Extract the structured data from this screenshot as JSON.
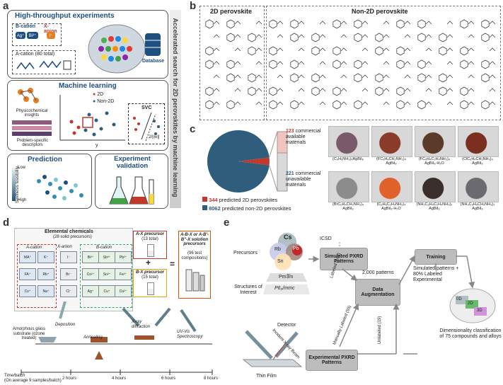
{
  "panels": {
    "a": {
      "letter": "a",
      "hte": {
        "title": "High-throughput experiments",
        "bcation_label": "B-cation",
        "bcation_ions": [
          "Ag⁺",
          "Bi³⁺"
        ],
        "xanion_label": "X-anion",
        "xanion_ions": [
          "I⁻"
        ],
        "acation_label": "A-cation (80 total)",
        "database_label": "Database"
      },
      "ml": {
        "title": "Machine learning",
        "physico": "Physicochemical insights",
        "descriptors": "Problem-specific descriptors",
        "legend_2d": "2D",
        "legend_non2d": "Non-2D",
        "axis_y": "y",
        "svc": "SVC",
        "margin": "2/||w||"
      },
      "prediction": {
        "title": "Prediction",
        "low": "Low",
        "high": "High",
        "axis": "Synthesis feasibility"
      },
      "validation": {
        "title": "Experiment validation"
      },
      "side_text": "Accelerated search for 2D perovskites by machine learning"
    },
    "b": {
      "letter": "b",
      "left_title": "2D perovskite",
      "right_title": "Non-2D perovskite"
    },
    "c": {
      "letter": "c",
      "commercial_available_count": "123",
      "commercial_available_text": "commercial available materials",
      "commercial_unavailable_count": "221",
      "commercial_unavailable_text": "commercial unavailable materials",
      "legend": [
        {
          "count": "344",
          "text": "predicted 2D perovskites",
          "color": "#c0392b"
        },
        {
          "count": "8062",
          "text": "predicted non-2D perovskites",
          "color": "#2f5d7c"
        }
      ],
      "photos": [
        {
          "caption": "(C₆H₅NH₃)₄AgBiI₈",
          "color": "#7a5a6a"
        },
        {
          "caption": "(FC₆H₄CH₂NH₃)₄ AgBiI₈",
          "color": "#8a3b2a"
        },
        {
          "caption": "(FC₆H₄C₂H₄NH₃)₄ AgBiI₈·H₂O",
          "color": "#5b3a2a"
        },
        {
          "caption": "(ClC₆H₄CH₂NH₃)₄ AgBiI₈",
          "color": "#7a2f1f"
        },
        {
          "caption": "(BrC₆H₄CH₂NH₃)₄ AgBiI₈",
          "color": "#8c8c8c"
        },
        {
          "caption": "(C₆H₅C₂H₄NH₃)₄ AgBiI₈·H₂O",
          "color": "#e0612a"
        },
        {
          "caption": "(NH₃C₆H₄C₂H₄NH₃)₂ AgBiI₈",
          "color": "#3a2e2a"
        },
        {
          "caption": "(NH₃C₆H₄CH₂NH₃)₂ AgBiI₈",
          "color": "#6a6a70"
        }
      ]
    },
    "chart_data": {
      "type": "pie",
      "categories": [
        "predicted 2D perovskites",
        "predicted non-2D perovskites"
      ],
      "values": [
        344,
        8062
      ],
      "breakdown_2d": {
        "categories": [
          "commercial available materials",
          "commercial unavailable materials"
        ],
        "values": [
          123,
          221
        ]
      }
    },
    "d": {
      "letter": "d",
      "elemental_title": "Elemental chemicals",
      "elemental_sub": "(28 solid precursors)",
      "acation_label": "A-cation",
      "banion_label": "X-anion",
      "bcation_label": "B-cation",
      "acations": [
        "MA⁺",
        "K⁺",
        "FA⁺",
        "Rb⁺",
        "Cs⁺",
        "Na⁺"
      ],
      "xanions": [
        "I⁻",
        "Br⁻",
        "Cl⁻"
      ],
      "bcations": [
        "Bi³⁺",
        "Sb³⁺",
        "Pb²⁺",
        "Co²⁺",
        "Sn²⁺",
        "Fe²⁺",
        "Ag⁺",
        "Cu⁺",
        "Cu²⁺"
      ],
      "ax_title": "A-X precursor",
      "ax_sub": "(13 total)",
      "bx_title": "B-X precursor",
      "bx_sub": "(15 total)",
      "plus": "+",
      "equals": "=",
      "solution_title": "A-B-X or A-B'-B''-X solution precursors",
      "solution_sub": "(96 test compositions)",
      "substrate": "Amorphous glass substrate (ozone treated)",
      "deposition": "Deposition",
      "annealing": "Annealing",
      "xray": "X-ray diffraction",
      "uvvis": "UV-Vis Spectroscopy",
      "time_label": "Time/batch",
      "time_sub": "(On average 9 samples/batch)",
      "ticks": [
        "2 hours",
        "4 hours",
        "6 hours",
        "8 hours"
      ]
    },
    "e": {
      "letter": "e",
      "precursors": "Precursors",
      "structures": "Structures of Interest",
      "elements": [
        "Cs",
        "Rb",
        "Sn",
        "Pb"
      ],
      "spacegroups": [
        "Pm3̅m",
        "P6₃/mmc"
      ],
      "icsd": "ICSD",
      "simulated": "Simulated PXRD Patterns",
      "experimental": "Experimental PXRD Patterns",
      "augmentation": "Data Augmentation",
      "training": "Training",
      "patterns": "2,000 patterns",
      "labeled": "Labeled (164)",
      "manually": "Manually Labeled (55)",
      "unlabeled": "Unlabeled (19)",
      "training_note": "Simulated patterns + 80% Labeled Experimental",
      "dims": [
        "0D",
        "2D",
        "3D"
      ],
      "dim_caption": "Dimensionality classification of 75 compounds and alloys",
      "detector": "Detector",
      "beam": "Incident X-ray Beam",
      "thin_film": "Thin Film"
    }
  }
}
